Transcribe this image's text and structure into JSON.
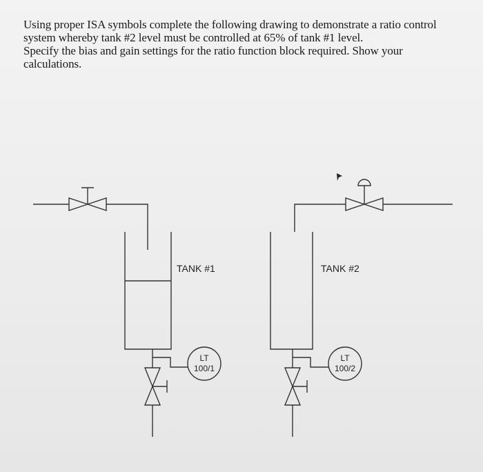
{
  "question": {
    "line1": "Using proper ISA symbols complete the following drawing to demonstrate a ratio control",
    "line2": "system whereby tank #2 level must be controlled at 65% of tank #1 level.",
    "line3": "Specify the bias and gain settings for the ratio function block required.  Show your",
    "line4": "calculations."
  },
  "tank1": {
    "label": "TANK #1",
    "transmitter": {
      "tag": "LT",
      "number": "100/1"
    }
  },
  "tank2": {
    "label": "TANK #2",
    "transmitter": {
      "tag": "LT",
      "number": "100/2"
    }
  }
}
